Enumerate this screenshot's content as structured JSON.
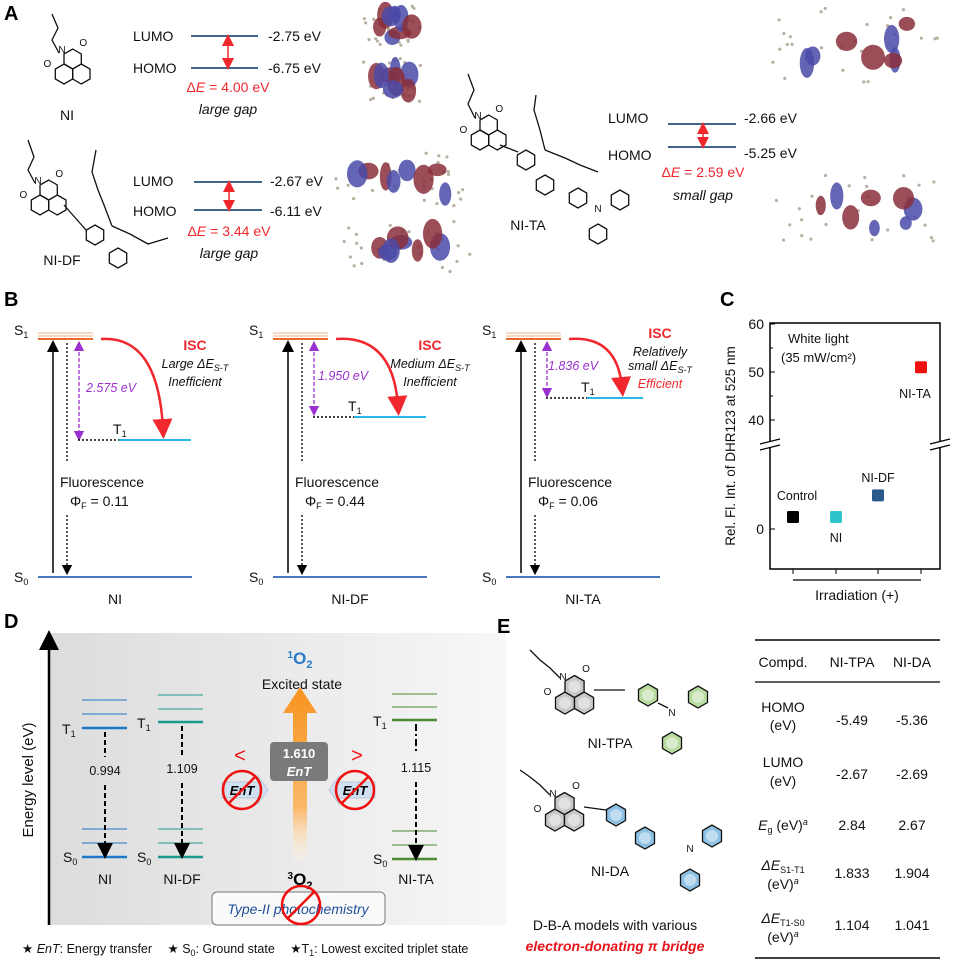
{
  "panel_labels": {
    "a": "A",
    "b": "B",
    "c": "C",
    "d": "D",
    "e": "E"
  },
  "atoms": {
    "n": "N",
    "o": "O"
  },
  "panel_a": {
    "lumo_label": "LUMO",
    "homo_label": "HOMO",
    "delta": "Δ",
    "e_var": "E",
    "molecules": [
      {
        "name": "NI",
        "lumo": "-2.75 eV",
        "homo": "-6.75 eV",
        "gap": " = 4.00 eV",
        "gap_note": "large gap"
      },
      {
        "name": "NI-DF",
        "lumo": "-2.67 eV",
        "homo": "-6.11 eV",
        "gap": " = 3.44 eV",
        "gap_note": "large gap"
      },
      {
        "name": "NI-TA",
        "lumo": "-2.66 eV",
        "homo": "-5.25 eV",
        "gap": " = 2.59 eV",
        "gap_note": "small gap"
      }
    ]
  },
  "panel_b": {
    "s": "S",
    "t": "T",
    "sub1": "1",
    "sub0": "0",
    "isc": "ISC",
    "fluorescence": "Fluorescence",
    "phi": "Φ",
    "phi_sub": "F",
    "st_sub": "S-T",
    "diagrams": [
      {
        "name": "NI",
        "gap": "2.575 eV",
        "desc_pre": "",
        "desc1": "Large ΔE",
        "desc2": "Inefficient",
        "phi_value": " = 0.11"
      },
      {
        "name": "NI-DF",
        "gap": "1.950 eV",
        "desc_pre": "",
        "desc1": "Medium ΔE",
        "desc2": "Inefficient",
        "phi_value": " = 0.44"
      },
      {
        "name": "NI-TA",
        "gap": "1.836 eV",
        "desc_pre": "Relatively",
        "desc1": "small ΔE",
        "desc2": "Efficient",
        "phi_value": " = 0.06"
      }
    ]
  },
  "chart_data": {
    "type": "scatter",
    "title": "",
    "ylabel": "Rel. Fl. Int. of DHR123 at 525 nm",
    "xlabel": "Irradiation (+)",
    "annotation": [
      "White light",
      "(35 mW/cm²)"
    ],
    "yticks": [
      0,
      40,
      50,
      60
    ],
    "ylim": [
      -8,
      60
    ],
    "axis_break": [
      17,
      35
    ],
    "grid": false,
    "points": [
      {
        "label": "Control",
        "value": 2.5,
        "color": "#000000"
      },
      {
        "label": "NI",
        "value": 2.5,
        "color": "#2ec4cc"
      },
      {
        "label": "NI-DF",
        "value": 7,
        "color": "#2a5a8c"
      },
      {
        "label": "NI-TA",
        "value": 51,
        "color": "#f01010"
      }
    ]
  },
  "panel_d": {
    "ylabel": "Energy level (eV)",
    "o2_singlet": {
      "sup": "1",
      "main": "O",
      "sub": "2"
    },
    "excited_state": "Excited state",
    "o2_triplet": {
      "sup": "3",
      "main": "O",
      "sub": "2"
    },
    "ent_value": "1.610",
    "ent": "EnT",
    "less": "<",
    "greater": ">",
    "type2": "Type-II  photochemistry",
    "t": "T",
    "s": "S",
    "sub1": "1",
    "sub0": "0",
    "molecules": [
      {
        "name": "NI",
        "gap": "0.994",
        "color": "#1f78c8"
      },
      {
        "name": "NI-DF",
        "gap": "1.109",
        "color": "#1a9a8c"
      },
      {
        "name": "NI-TA",
        "gap": "1.115",
        "color": "#4a8a30"
      }
    ],
    "footnotes": [
      {
        "star": "★ ",
        "term": "EnT",
        "term_sub": "",
        "text": ": Energy transfer"
      },
      {
        "star": "★ ",
        "term": "S",
        "term_sub": "0",
        "text": ": Ground state"
      },
      {
        "star": "★",
        "term": "T",
        "term_sub": "1",
        "text": ": Lowest excited triplet state"
      }
    ]
  },
  "panel_e": {
    "molecules": [
      "NI-TPA",
      "NI-DA"
    ],
    "caption_line1": "D-B-A models  with  various",
    "caption_line2": "electron-donating  π bridge",
    "table": {
      "headers": [
        "Compd.",
        "NI-TPA",
        "NI-DA"
      ],
      "rows": [
        {
          "label": "HOMO",
          "label2": "(eV)",
          "sub": "",
          "sup": "",
          "values": [
            "-5.49",
            "-5.36"
          ]
        },
        {
          "label": "LUMO",
          "label2": "(eV)",
          "sub": "",
          "sup": "",
          "values": [
            "-2.67",
            "-2.69"
          ]
        },
        {
          "label": "E",
          "label_tail": " (eV)",
          "sub": "g",
          "sup": "a",
          "values": [
            "2.84",
            "2.67"
          ]
        },
        {
          "label": "ΔE",
          "label2": "(eV)",
          "sub": "S1-T1",
          "sup": "a",
          "values": [
            "1.833",
            "1.904"
          ]
        },
        {
          "label": "ΔE",
          "label2": "(eV)",
          "sub": "T1-S0",
          "sup": "a",
          "values": [
            "1.104",
            "1.041"
          ]
        }
      ]
    }
  }
}
